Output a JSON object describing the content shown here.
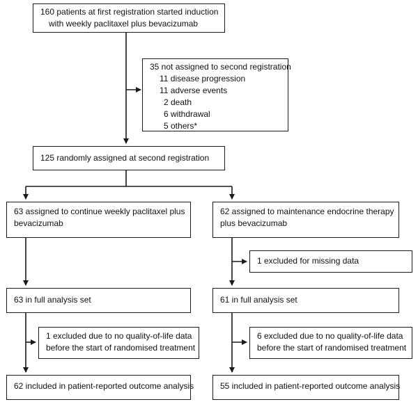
{
  "flow": {
    "initial": {
      "line1": "160 patients at first registration started induction",
      "line2": "with weekly paclitaxel plus bevacizumab"
    },
    "not_assigned": {
      "title": "35 not assigned to second registration",
      "reasons": [
        "11 disease progression",
        "11 adverse events",
        "2 death",
        "6 withdrawal",
        "5 others*"
      ]
    },
    "randomised": {
      "text": "125 randomly assigned at second registration"
    },
    "arm_a": {
      "assigned_line1": "63 assigned to continue weekly paclitaxel plus",
      "assigned_line2": "bevacizumab",
      "full_analysis": "63 in full analysis set",
      "excluded_line1": "1 excluded due to no quality-of-life data",
      "excluded_line2": "before the start of randomised treatment",
      "pro_analysis": "62 included in patient-reported outcome analysis"
    },
    "arm_b": {
      "assigned_line1": "62 assigned to maintenance endocrine therapy",
      "assigned_line2": "plus bevacizumab",
      "excluded_missing": "1  excluded for missing data",
      "full_analysis": "61 in full analysis set",
      "excluded_line1": "6 excluded due to no quality-of-life data",
      "excluded_line2": "before the start of randomised treatment",
      "pro_analysis": "55 included in patient-reported outcome analysis"
    }
  }
}
